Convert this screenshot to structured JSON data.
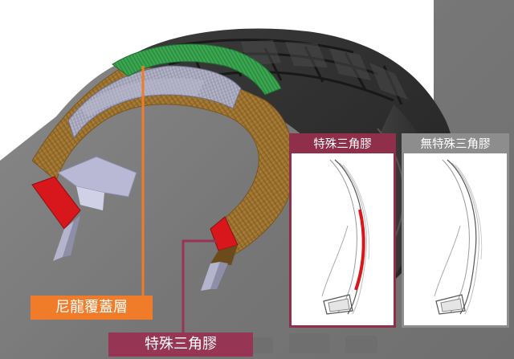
{
  "labels": {
    "nylon_cover_layer": "尼龍覆蓋層",
    "special_apex": "特殊三角膠"
  },
  "panels": [
    {
      "title": "特殊三角膠"
    },
    {
      "title": "無特殊三角膠"
    }
  ],
  "colors": {
    "nylon_orange": "#f07c2a",
    "apex_red": "#d8171c",
    "apex_label_maroon": "#973554",
    "panel_grey": "#8d8d8d",
    "ply_brown": "#a67b34",
    "cap_green": "#2f9a45"
  }
}
